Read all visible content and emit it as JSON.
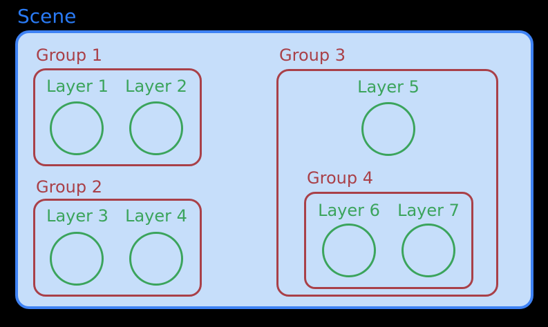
{
  "colors": {
    "background": "#000000",
    "scene_fill": "#C6DEFA",
    "scene_border": "#3E82F4",
    "scene_title_text": "#2A7BF6",
    "group_red": "#A94048",
    "layer_green": "#3BA45C"
  },
  "scene": {
    "label": "Scene"
  },
  "groups": [
    {
      "label": "Group 1",
      "layers": [
        {
          "label": "Layer 1"
        },
        {
          "label": "Layer 2"
        }
      ]
    },
    {
      "label": "Group 2",
      "layers": [
        {
          "label": "Layer 3"
        },
        {
          "label": "Layer 4"
        }
      ]
    },
    {
      "label": "Group 3",
      "layers": [
        {
          "label": "Layer 5"
        }
      ],
      "groups": [
        {
          "label": "Group 4",
          "layers": [
            {
              "label": "Layer 6"
            },
            {
              "label": "Layer 7"
            }
          ]
        }
      ]
    }
  ]
}
